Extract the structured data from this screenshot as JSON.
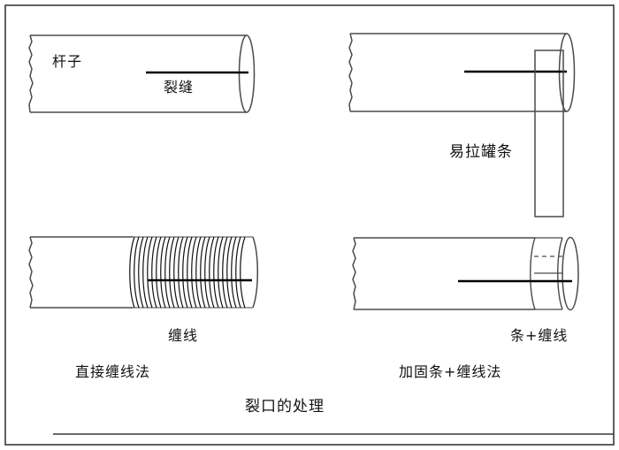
{
  "drawing": {
    "title": "裂口的处理",
    "border_color": "#3a3a3a",
    "line_color": "#000000",
    "outline_color": "#4a4a4a",
    "crack_color": "#000000",
    "background": "#ffffff"
  },
  "panels": [
    {
      "id": "panel-cracked-pole",
      "labels": {
        "pole": "杆子",
        "crack": "裂缝"
      }
    },
    {
      "id": "panel-can-strip",
      "labels": {
        "strip": "易拉罐条"
      }
    },
    {
      "id": "panel-direct-winding",
      "labels": {
        "winding": "缠线",
        "method": "直接缠线法"
      }
    },
    {
      "id": "panel-strip-winding",
      "labels": {
        "combo": "条+缠线",
        "method": "加固条+缠线法"
      }
    }
  ]
}
